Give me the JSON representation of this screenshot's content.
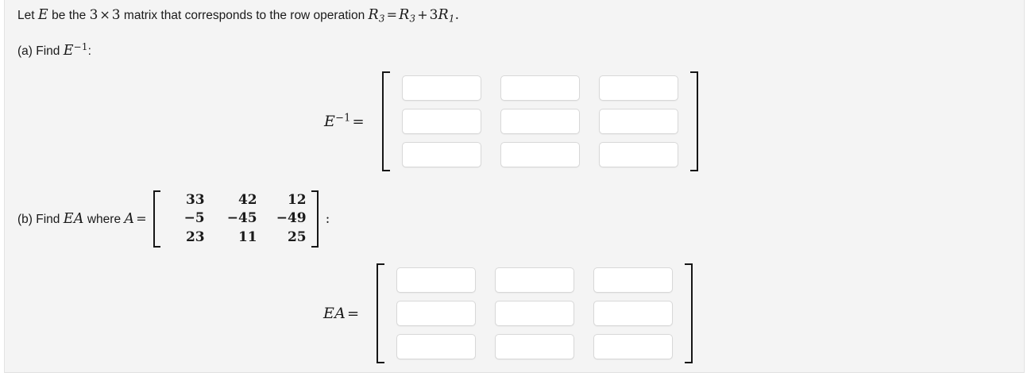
{
  "problem": {
    "intro": {
      "t1": "Let ",
      "v1": "E",
      "t2": " be the ",
      "n1": "3",
      "times": "×",
      "n2": "3",
      "t3": " matrix that corresponds to the row operation ",
      "r3a": "R",
      "r3a_sub": "3",
      "eq": "=",
      "r3b": "R",
      "r3b_sub": "3",
      "plus": "+",
      "coef": "3",
      "r1": "R",
      "r1_sub": "1",
      "period": "."
    },
    "part_a": {
      "prefix": "(a) Find ",
      "symbol": "E",
      "exponent": "−1",
      "colon": ":"
    },
    "part_b": {
      "prefix": "(b) Find ",
      "symbol": "EA",
      "where": " where ",
      "matrix_name": "A",
      "equals": "=",
      "trailing_colon": ":"
    }
  },
  "matrix_A": {
    "rows": [
      [
        "33",
        "42",
        "12"
      ],
      [
        "−5",
        "−45",
        "−49"
      ],
      [
        "23",
        "11",
        "25"
      ]
    ]
  },
  "answers": {
    "e_inverse": {
      "label_symbol": "E",
      "label_exponent": "−1",
      "label_equals": "=",
      "cells": [
        [
          "",
          "",
          ""
        ],
        [
          "",
          "",
          ""
        ],
        [
          "",
          "",
          ""
        ]
      ],
      "placeholder": ""
    },
    "ea": {
      "label_symbol": "EA",
      "label_equals": "=",
      "cells": [
        [
          "",
          "",
          ""
        ],
        [
          "",
          "",
          ""
        ],
        [
          "",
          "",
          ""
        ]
      ],
      "placeholder": ""
    }
  },
  "colors": {
    "card_background": "#f4f4f4",
    "page_background": "#ffffff",
    "text": "#1a1a1a",
    "input_border": "#d8d8d8",
    "input_background": "#ffffff",
    "bracket": "#161616",
    "card_border": "#e3e3e3"
  }
}
